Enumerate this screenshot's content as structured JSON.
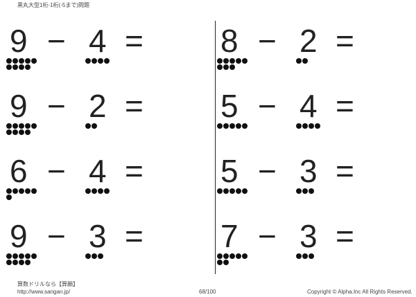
{
  "header": {
    "title": "黒丸大型1桁-1桁(-5まで)問題"
  },
  "problems": [
    {
      "a": "9",
      "op": "−",
      "b": "4",
      "eq": "=",
      "a_dots": 9,
      "b_dots": 4
    },
    {
      "a": "9",
      "op": "−",
      "b": "2",
      "eq": "=",
      "a_dots": 9,
      "b_dots": 2
    },
    {
      "a": "6",
      "op": "−",
      "b": "4",
      "eq": "=",
      "a_dots": 6,
      "b_dots": 4
    },
    {
      "a": "9",
      "op": "−",
      "b": "3",
      "eq": "=",
      "a_dots": 9,
      "b_dots": 3
    },
    {
      "a": "8",
      "op": "−",
      "b": "2",
      "eq": "=",
      "a_dots": 8,
      "b_dots": 2
    },
    {
      "a": "5",
      "op": "−",
      "b": "4",
      "eq": "=",
      "a_dots": 5,
      "b_dots": 4
    },
    {
      "a": "5",
      "op": "−",
      "b": "3",
      "eq": "=",
      "a_dots": 5,
      "b_dots": 3
    },
    {
      "a": "7",
      "op": "−",
      "b": "3",
      "eq": "=",
      "a_dots": 7,
      "b_dots": 3
    }
  ],
  "footer": {
    "brand": "算数ドリルなら【算願】",
    "url": "http://www.sangan.jp/",
    "page": "68/100",
    "copyright": "Copyright © Alpha.Inc All Rights Reserved."
  }
}
